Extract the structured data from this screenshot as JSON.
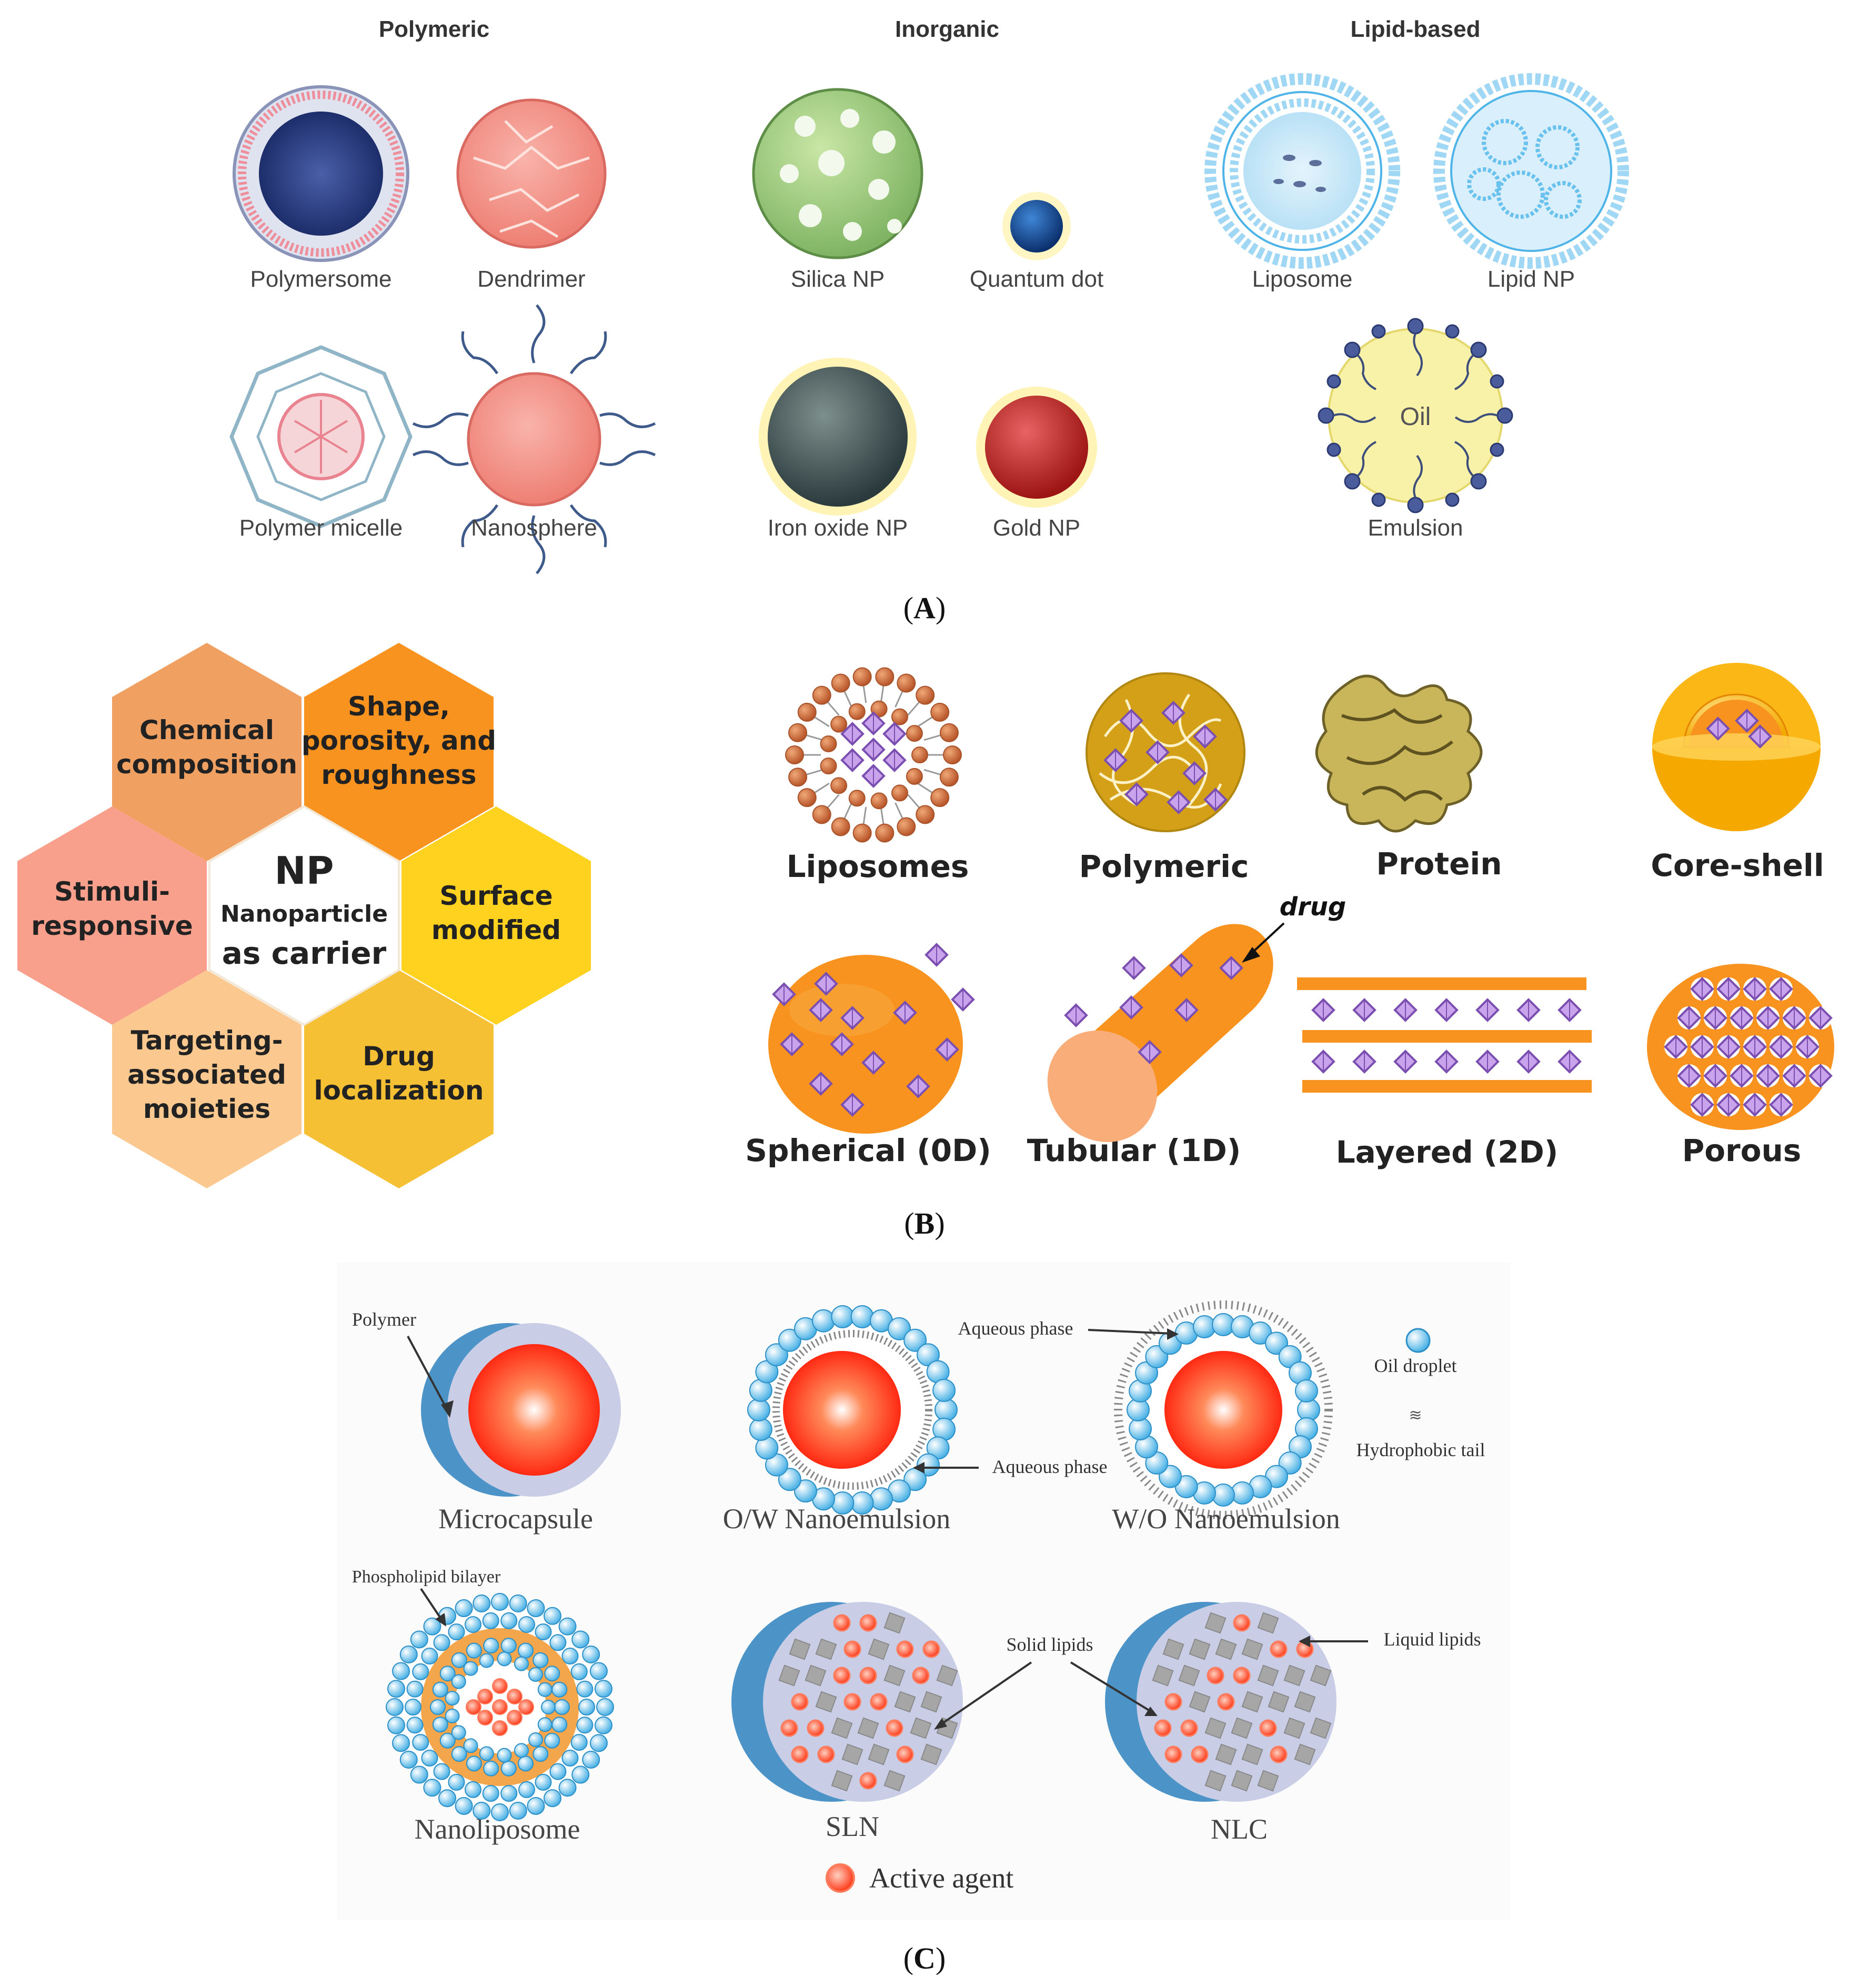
{
  "panel_a": {
    "categories": [
      "Polymeric",
      "Inorganic",
      "Lipid-based"
    ],
    "items": [
      "Polymersome",
      "Dendrimer",
      "Polymer micelle",
      "Nanosphere",
      "Silica NP",
      "Quantum dot",
      "Iron oxide NP",
      "Gold NP",
      "Liposome",
      "Lipid NP",
      "Emulsion"
    ],
    "oil_label": "Oil",
    "panel_label": "A"
  },
  "panel_b": {
    "center": {
      "title": "NP",
      "subtitle": "Nanoparticle",
      "caption": "as carrier"
    },
    "hex_labels": [
      [
        "Chemical",
        "composition"
      ],
      [
        "Shape,",
        "porosity, and",
        "roughness"
      ],
      [
        "Surface",
        "modified"
      ],
      [
        "Drug",
        "localization"
      ],
      [
        "Targeting-",
        "associated",
        "moieties"
      ],
      [
        "Stimuli-",
        "responsive"
      ]
    ],
    "types_row1": [
      "Liposomes",
      "Polymeric",
      "Protein",
      "Core-shell"
    ],
    "types_row2": [
      "Spherical (0D)",
      "Tubular (1D)",
      "Layered (2D)",
      "Porous"
    ],
    "drug_label": "drug",
    "panel_label": "B",
    "colors": {
      "hex1": "#f0a060",
      "hex2": "#f7931e",
      "hex3": "#ffd21f",
      "hex4": "#f6c034",
      "hex5": "#fbc98f",
      "hex6": "#f8a08c",
      "orange": "#f7931e",
      "drug": "#9a6fc8"
    }
  },
  "panel_c": {
    "items": [
      "Microcapsule",
      "O/W Nanoemulsion",
      "W/O Nanoemulsion",
      "Nanoliposome",
      "SLN",
      "NLC"
    ],
    "annotations": {
      "polymer": "Polymer",
      "aqueous1": "Aqueous phase",
      "aqueous2": "Aqueous phase",
      "oil_droplet": "Oil droplet",
      "tail": "Hydrophobic tail",
      "bilayer": "Phospholipid bilayer",
      "solid": "Solid lipids",
      "liquid": "Liquid lipids"
    },
    "legend": "Active agent",
    "panel_label": "C"
  }
}
